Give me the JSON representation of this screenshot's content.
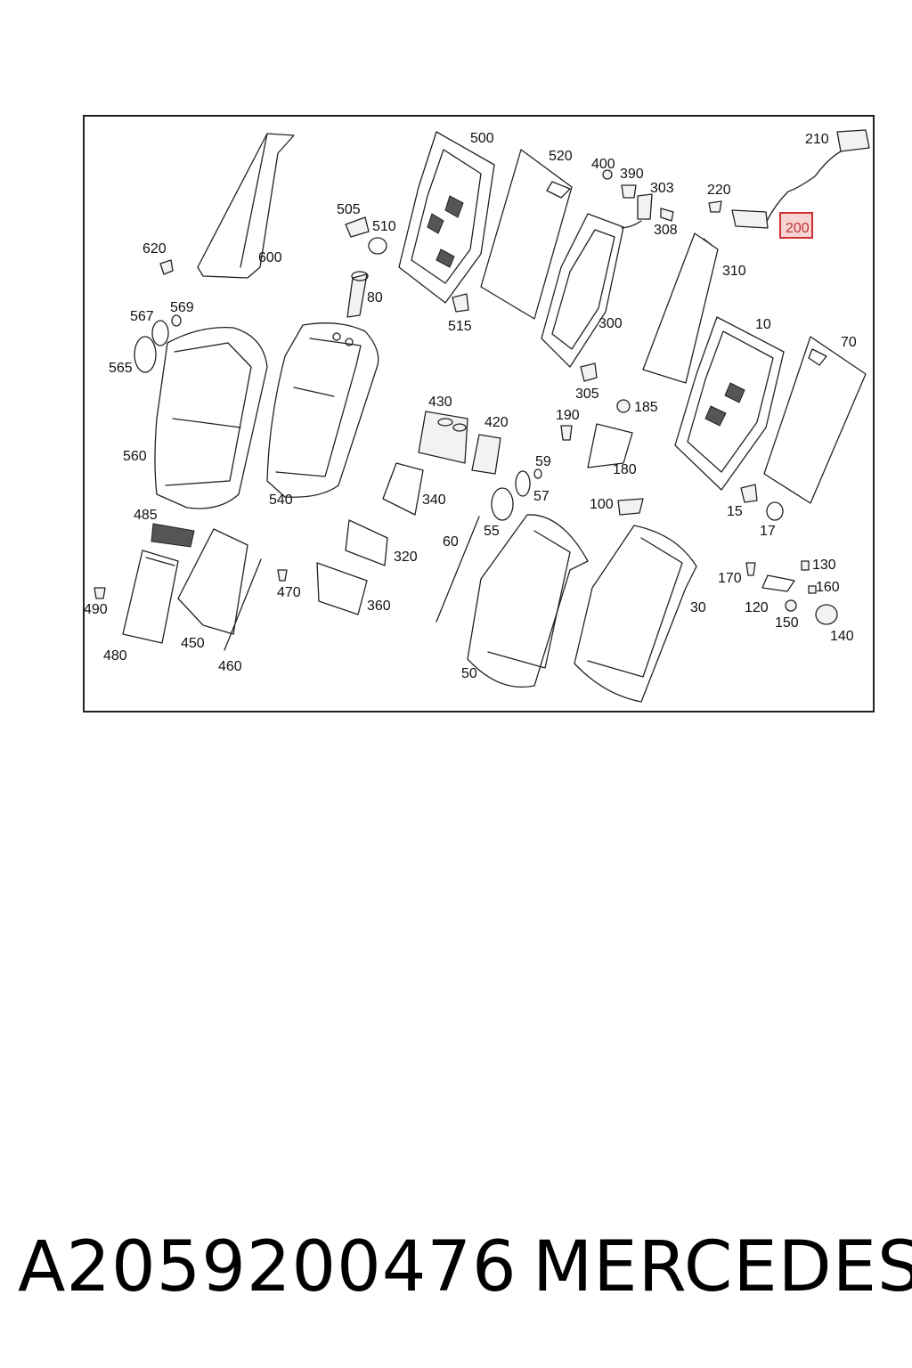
{
  "diagram": {
    "callouts": [
      "500",
      "520",
      "400",
      "390",
      "303",
      "308",
      "220",
      "210",
      "200",
      "505",
      "510",
      "80",
      "515",
      "300",
      "310",
      "620",
      "600",
      "567",
      "569",
      "565",
      "560",
      "540",
      "10",
      "70",
      "430",
      "420",
      "190",
      "185",
      "180",
      "305",
      "59",
      "57",
      "55",
      "340",
      "60",
      "15",
      "17",
      "100",
      "320",
      "485",
      "490",
      "480",
      "450",
      "460",
      "470",
      "360",
      "50",
      "30",
      "170",
      "130",
      "160",
      "120",
      "150",
      "140"
    ],
    "highlighted_callout": "200",
    "highlight_color": "#d23030"
  },
  "footer": {
    "part_number": "A2059200476",
    "brand": "MERCEDES"
  }
}
